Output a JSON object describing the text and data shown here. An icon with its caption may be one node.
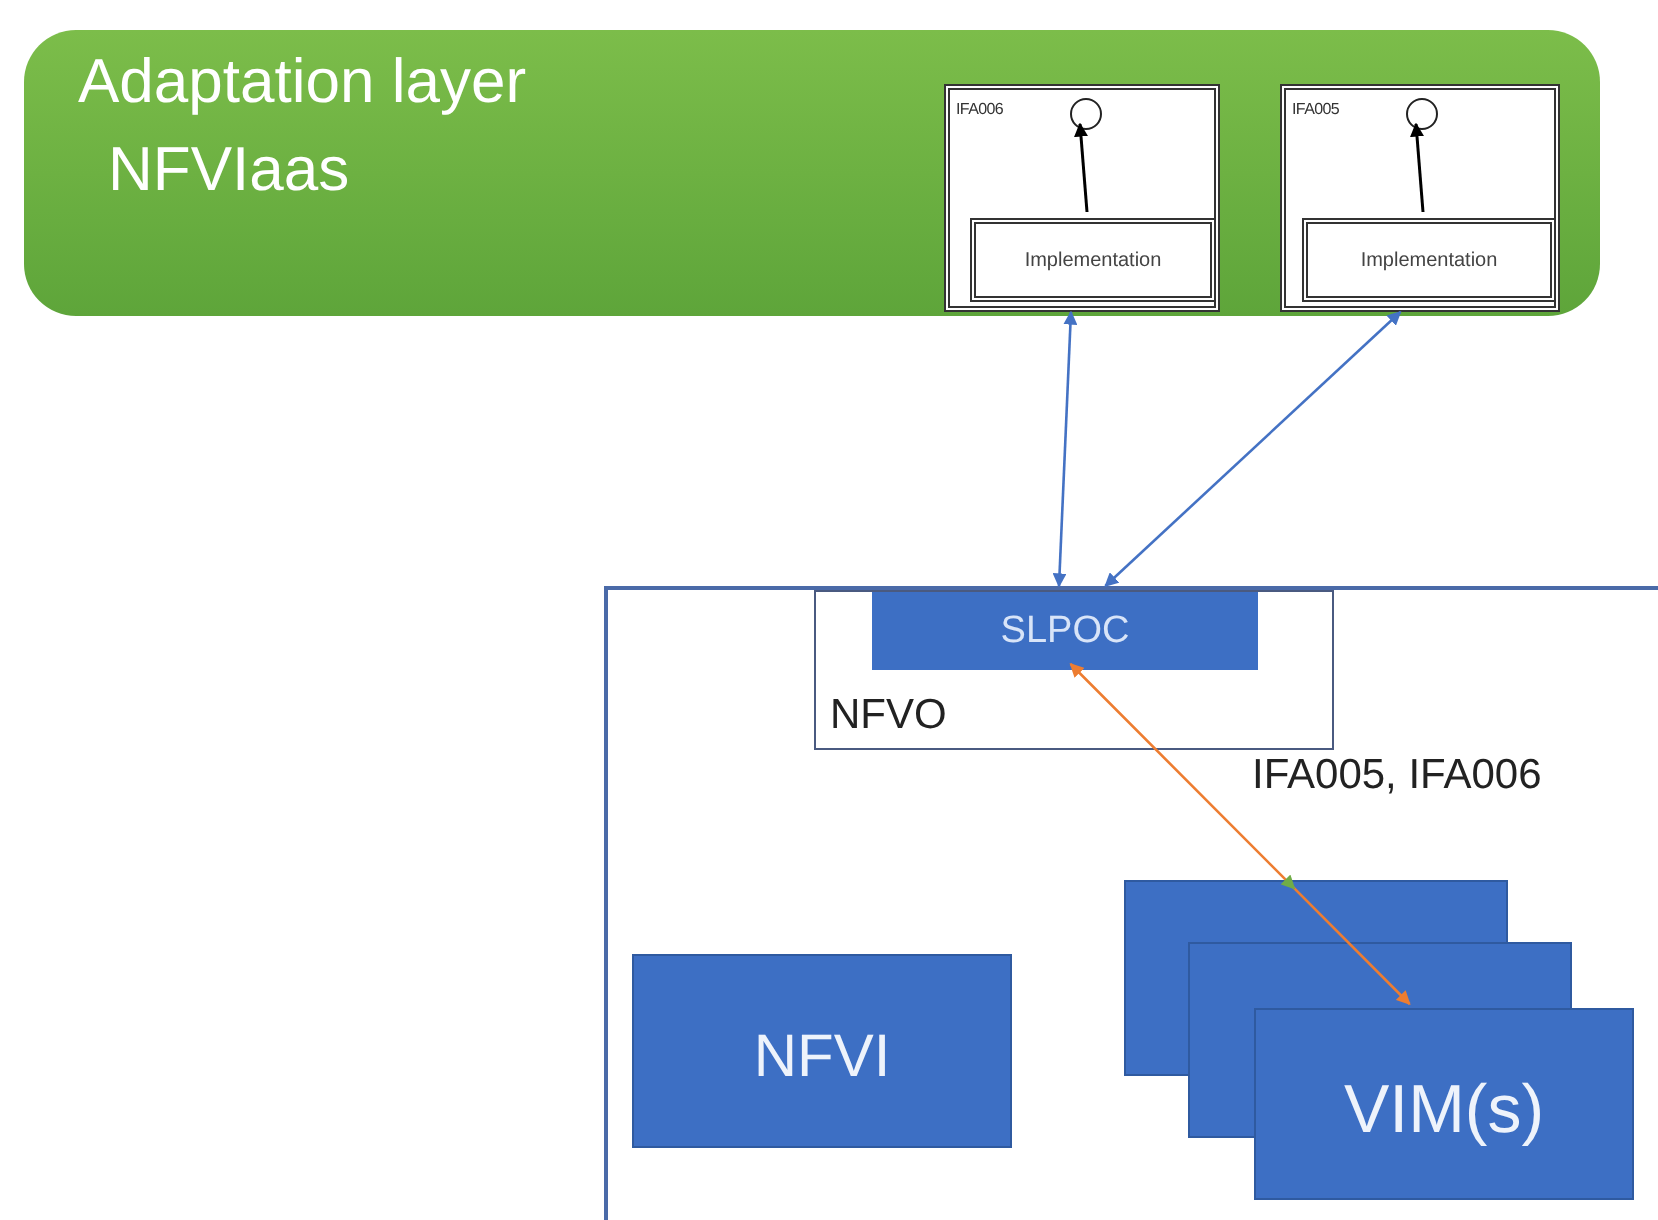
{
  "diagram": {
    "nodes": [
      {
        "text": [
          "Adaptation layer",
          "NFVIaas"
        ]
      },
      {
        "text": [
          "IFA006"
        ],
        "in": 0
      },
      {
        "text": [],
        "shape": "circle",
        "in": 1
      },
      {
        "text": [
          "Implementation"
        ],
        "in": 1
      },
      {
        "text": [
          "IFA005"
        ],
        "in": 0
      },
      {
        "text": [],
        "shape": "circle",
        "in": 4
      },
      {
        "text": [
          "Implementation"
        ],
        "in": 4
      },
      {
        "text": [],
        "shape": "box"
      },
      {
        "text": [
          "NFVO"
        ],
        "in": 7
      },
      {
        "text": [
          "SLPOC"
        ],
        "in": 8
      },
      {
        "text": [
          "NFVI"
        ],
        "in": 7
      },
      {
        "text": [
          "VIM(s)"
        ],
        "in": 7
      }
    ],
    "edges": [
      {
        "from": 3,
        "to": 2,
        "arrow": "to",
        "color": "#000000"
      },
      {
        "from": 6,
        "to": 5,
        "arrow": "to",
        "color": "#000000"
      },
      {
        "from": 1,
        "to": 9,
        "arrow": "both",
        "color": "#4472c4"
      },
      {
        "from": 4,
        "to": 9,
        "arrow": "both",
        "color": "#4472c4"
      },
      {
        "from": 9,
        "to": 11,
        "arrow": "both",
        "color": "#ed7d31",
        "label": "IFA005, IFA006"
      }
    ]
  }
}
